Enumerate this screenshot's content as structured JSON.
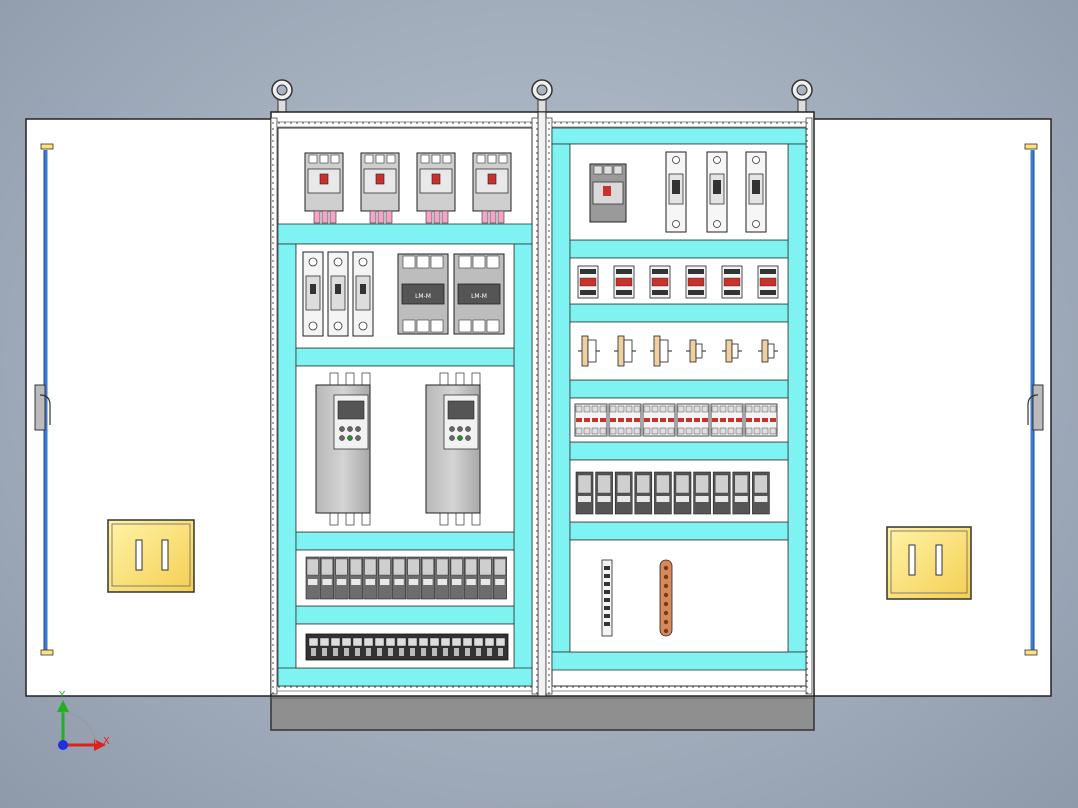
{
  "scene": {
    "type": "CAD-3D-electrical-cabinet-front-view",
    "background_color": "#a9b3c1",
    "cabinet_color": "#ffffff",
    "rail_color": "#7ff2f2",
    "handle_color": "#ffe07a",
    "door_rod_color": "#3a7bd5"
  },
  "axis_triad": {
    "x_label": "X",
    "y_label": "Y",
    "x_color": "#e02020",
    "y_color": "#20b020",
    "z_color": "#2030e0"
  },
  "left_cabinet": {
    "top_breakers": 4,
    "small_breakers": 3,
    "contactors": 2,
    "contactor_label": "LM-M",
    "vfds": 2,
    "relays": 14,
    "terminals": 18
  },
  "right_cabinet": {
    "main_breaker": 1,
    "fuse_holders": 3,
    "modules_row": 6,
    "clamp_blocks": 6,
    "terminal_groups": 6,
    "relays": 10,
    "din_rail_items": 2
  }
}
